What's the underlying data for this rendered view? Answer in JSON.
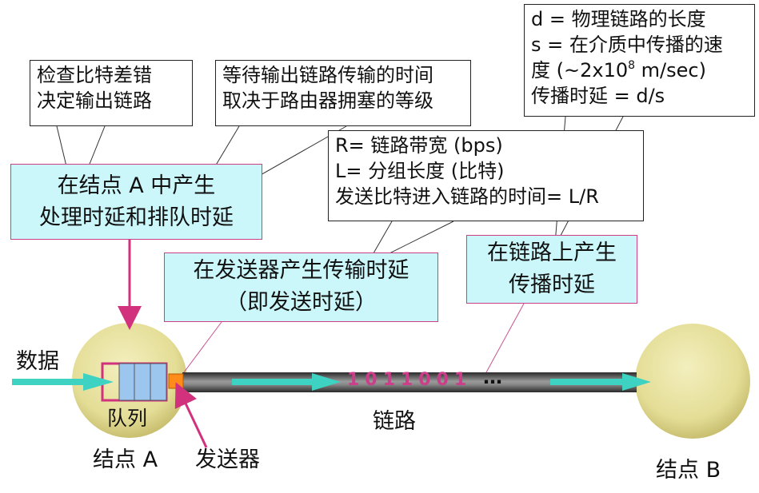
{
  "notes": {
    "check": [
      "检查比特差错",
      "决定输出链路"
    ],
    "wait": [
      "等待输出链路传输的时间",
      "取决于路由器拥塞的等级"
    ],
    "params_RL": [
      "R= 链路带宽 (bps)",
      "L= 分组长度 (比特)",
      "发送比特进入链路的时间= L/R"
    ],
    "params_ds": {
      "line1": "d = 物理链路的长度",
      "line2": "s = 在介质中传播的速",
      "line3_pre": "度 (~2x10",
      "line3_sup": "8",
      "line3_post": " m/sec)",
      "line4": "传播时延 = d/s"
    }
  },
  "boxes": {
    "node_delay": [
      "在结点 A 中产生",
      "处理时延和排队时延"
    ],
    "transmit_delay": [
      "在发送器产生传输时延",
      "（即发送时延）"
    ],
    "prop_delay": [
      "在链路上产生",
      "传播时延"
    ]
  },
  "labels": {
    "data": "数据",
    "queue": "队列",
    "nodeA": "结点 A",
    "sender": "发送器",
    "link": "链路",
    "nodeB": "结点 B",
    "bits": "1011001",
    "ellipsis": "…"
  },
  "colors": {
    "node_fill": "#e8e2a0",
    "node_shadow": "#b4aa5a",
    "box_fill": "#ccf7fa",
    "box_border": "#cc3d8a",
    "arrow_teal": "#3ed2c2",
    "queue_fill": "#9dc6ee",
    "sender_fill": "#ff8c1a",
    "bits": "#cc3d8a",
    "link_dark": "#3a3a3a",
    "link_light": "#8a8a8a"
  }
}
